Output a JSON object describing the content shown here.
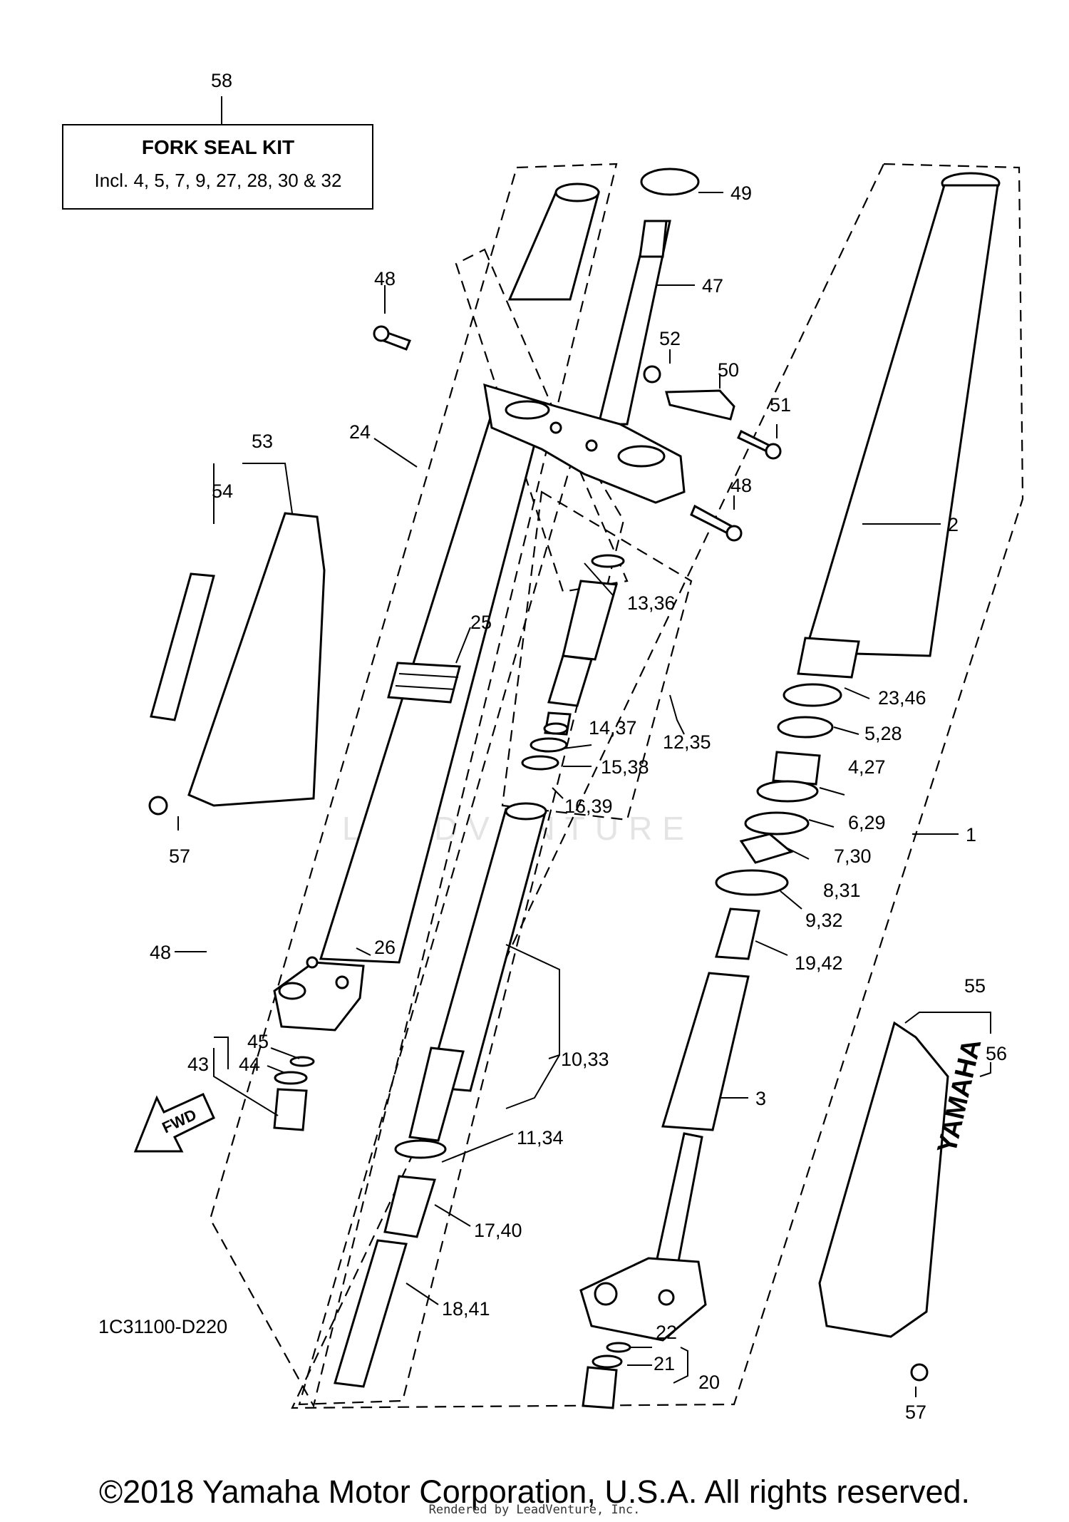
{
  "kit": {
    "number": "58",
    "title": "FORK SEAL KIT",
    "includes": "Incl. 4, 5, 7, 9, 27,  28, 30 & 32"
  },
  "labels": {
    "l58": "58",
    "l49": "49",
    "l47": "47",
    "l48a": "48",
    "l52": "52",
    "l50": "50",
    "l51": "51",
    "l48b": "48",
    "l53": "53",
    "l54": "54",
    "l24": "24",
    "l2": "2",
    "l13_36": "13,36",
    "l25": "25",
    "l14_37": "14,37",
    "l12_35": "12,35",
    "l15_38": "15,38",
    "l16_39": "16,39",
    "l23_46": "23,46",
    "l5_28": "5,28",
    "l4_27": "4,27",
    "l6_29": "6,29",
    "l1": "1",
    "l7_30": "7,30",
    "l57a": "57",
    "l8_31": "8,31",
    "l9_32": "9,32",
    "l26": "26",
    "l48c": "48",
    "l19_42": "19,42",
    "l55": "55",
    "l56": "56",
    "l45": "45",
    "l44": "44",
    "l43": "43",
    "l10_33": "10,33",
    "l3": "3",
    "l11_34": "11,34",
    "l17_40": "17,40",
    "l18_41": "18,41",
    "l22": "22",
    "l21": "21",
    "l20": "20",
    "l57b": "57"
  },
  "fwd_text": "FWD",
  "brand_text": "YAMAHA",
  "diagram_code": "1C31100-D220",
  "watermark": "LEADVENTURE",
  "copyright": "©2018 Yamaha Motor Corporation, U.S.A. All rights reserved.",
  "rendered_by": "Rendered by LeadVenture, Inc."
}
